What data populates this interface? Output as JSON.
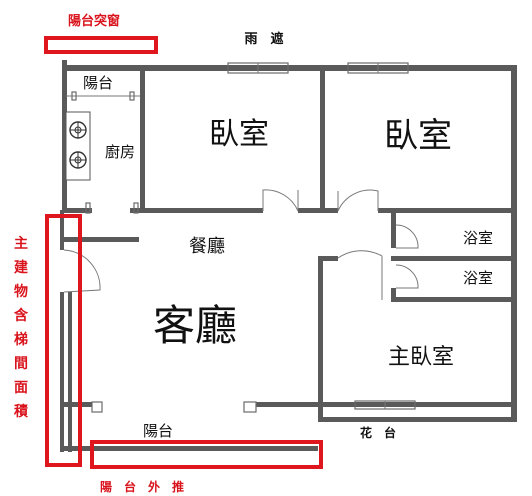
{
  "rooms": {
    "bedroom_1": "臥室",
    "bedroom_2": "臥室",
    "kitchen": "廚房",
    "balcony_top": "陽台",
    "dining": "餐廳",
    "living": "客廳",
    "bath_1": "浴室",
    "bath_2": "浴室",
    "master_bedroom": "主臥室",
    "balcony_bottom": "陽台"
  },
  "labels": {
    "canopy": "雨　遮",
    "flower_bed": "花　台"
  },
  "annotations": {
    "top_left": "陽台突窗",
    "left_vertical": [
      "主",
      "建",
      "物",
      "含",
      "梯",
      "間",
      "面",
      "積"
    ],
    "bottom": "陽　台　外　推"
  },
  "colors": {
    "wall": "#5a5a5a",
    "annotation": "#e0161e"
  }
}
